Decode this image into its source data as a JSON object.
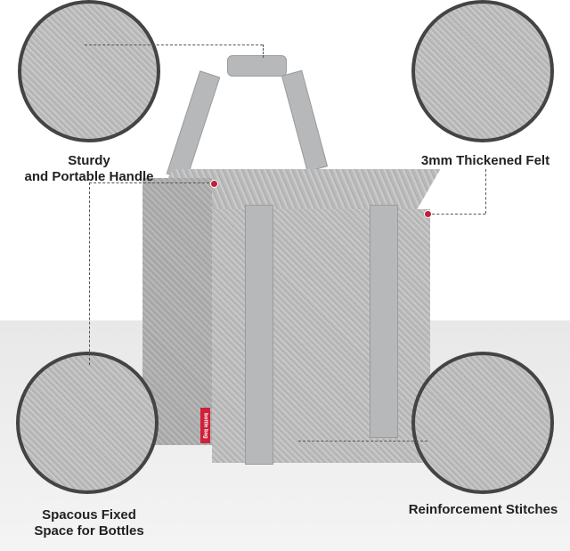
{
  "callouts": [
    {
      "title": "Sturdy",
      "subtitle": "and Portable Handle"
    },
    {
      "title": "3mm Thickened Felt"
    },
    {
      "title": "Spacous Fixed",
      "subtitle": "Space for Bottles"
    },
    {
      "title": "Reinforcement Stitches"
    }
  ],
  "product": {
    "tag_text": "bottle bag",
    "tag_color": "#d0203a",
    "felt_color": "#bdbdbd"
  }
}
